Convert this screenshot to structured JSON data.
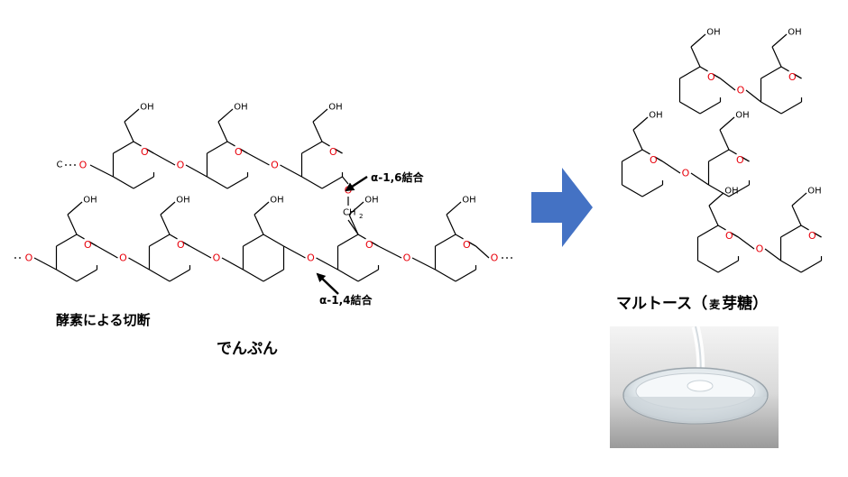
{
  "labels": {
    "enzyme_cleavage": "酵素による切断",
    "starch": "でんぷん",
    "maltose_main": "マルトース（",
    "maltose_small": "麦",
    "maltose_end": "芽糖）",
    "alpha16": "α-1,6結合",
    "alpha14": "α-1,4結合"
  },
  "atoms": {
    "oxygen": "O",
    "hydroxyl": "OH",
    "carbon": "C",
    "methylene": "CH",
    "subscript_two": "2"
  },
  "colors": {
    "arrow": "#4472C4",
    "bond": "#000000",
    "oxygen": "#E8000B"
  },
  "icons": {
    "reaction_arrow": "right-arrow-icon",
    "syrup_photo": "glass-bowl-syrup-image"
  }
}
